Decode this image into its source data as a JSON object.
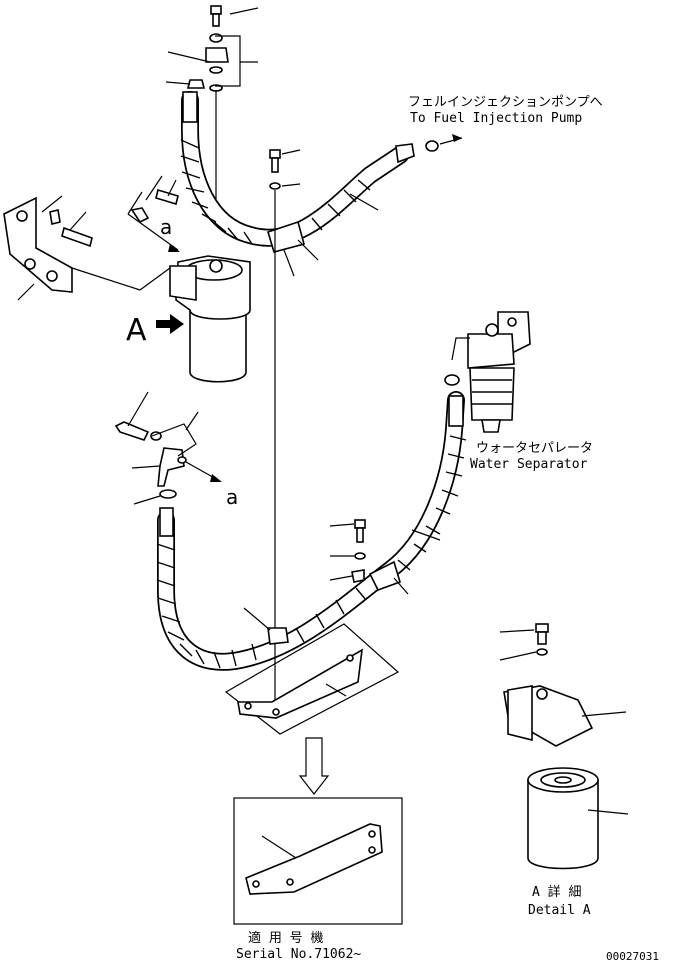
{
  "labels": {
    "to_pump_jp": "フェルインジェクションポンプへ",
    "to_pump_en": "To Fuel Injection Pump",
    "water_sep_jp": "ウォータセパレータ",
    "water_sep_en": "Water Separator",
    "view_a": "A",
    "ref_a1": "a",
    "ref_a2": "a",
    "detail_jp": "A 詳 細",
    "detail_en": "Detail A",
    "serial_jp": "適 用 号 機",
    "serial_en": "Serial No.71062~",
    "drawing_no": "00027031"
  }
}
